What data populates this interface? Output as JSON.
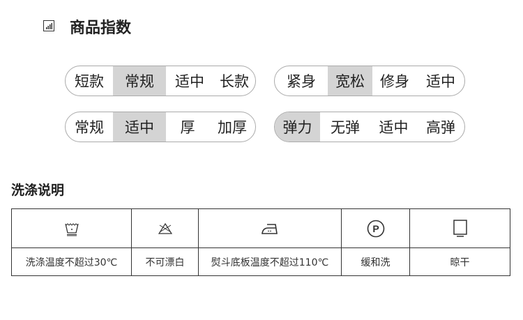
{
  "header": {
    "title": "商品指数",
    "icon": "bar-chart-icon"
  },
  "indices": [
    {
      "options": [
        "短款",
        "常规",
        "适中",
        "长款"
      ],
      "selected": 1
    },
    {
      "options": [
        "紧身",
        "宽松",
        "修身",
        "适中"
      ],
      "selected": 1
    },
    {
      "options": [
        "常规",
        "适中",
        "厚",
        "加厚"
      ],
      "selected": 1
    },
    {
      "options": [
        "弹力",
        "无弹",
        "适中",
        "高弹"
      ],
      "selected": 0
    }
  ],
  "wash": {
    "title": "洗涤说明",
    "items": [
      {
        "icon": "wash-30-icon",
        "label": "洗涤温度不超过30℃"
      },
      {
        "icon": "no-bleach-icon",
        "label": "不可漂白"
      },
      {
        "icon": "iron-low-icon",
        "label": "熨斗底板温度不超过110℃"
      },
      {
        "icon": "dry-clean-p-icon",
        "label": "缓和洗"
      },
      {
        "icon": "hang-dry-icon",
        "label": "晾干"
      }
    ]
  }
}
